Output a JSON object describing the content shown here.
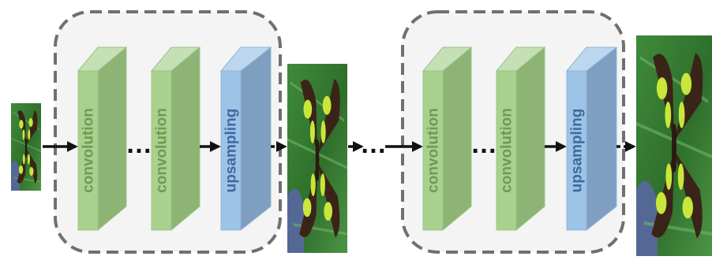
{
  "labels": {
    "convolution": "convolution",
    "upsampling": "upsampling",
    "ellipsis": "…"
  },
  "colors": {
    "conv_front": "#a9d18e",
    "conv_side": "#8db474",
    "conv_top": "#c5e0b4",
    "conv_stroke": "#9cc487",
    "conv_text": "#6e9a54",
    "up_front": "#9dc3e6",
    "up_side": "#7f9fc0",
    "up_top": "#bdd7ee",
    "up_stroke": "#8fb4d8",
    "up_text": "#3d6a9e",
    "group_fill": "#f4f4f4",
    "group_stroke": "#707070",
    "arrow": "#111111"
  },
  "images": [
    "butterfly-image-small",
    "butterfly-image-medium",
    "butterfly-image-large"
  ]
}
